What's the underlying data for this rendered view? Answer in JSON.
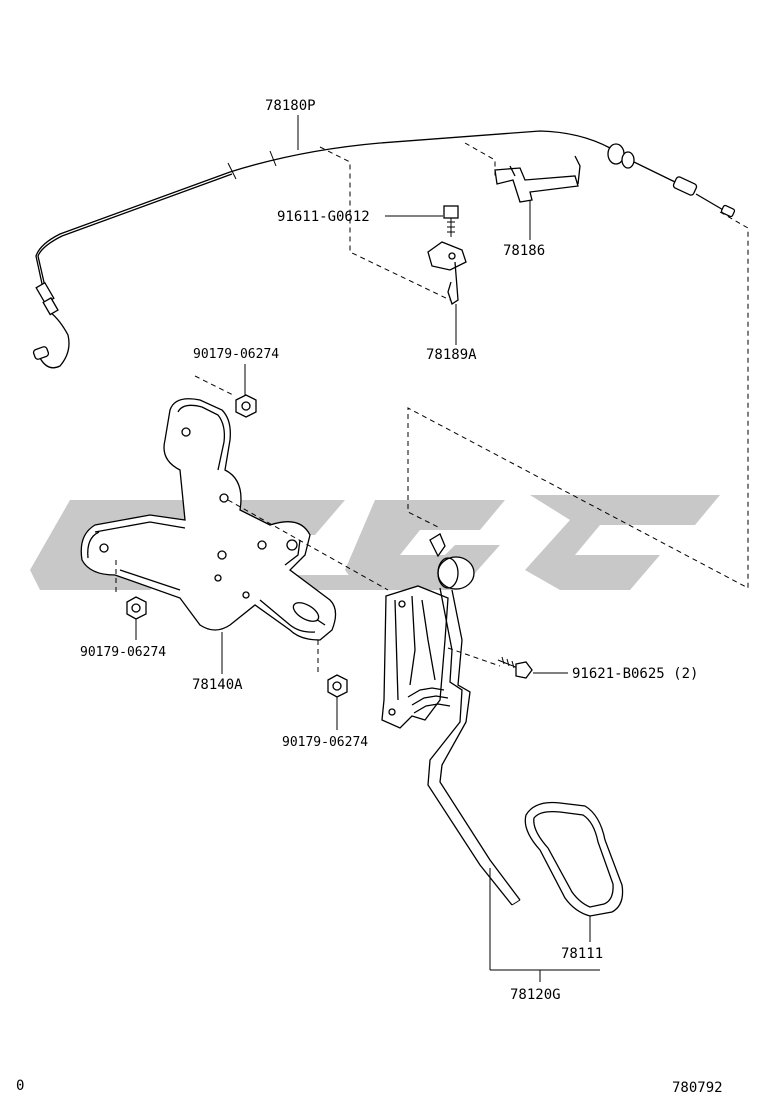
{
  "diagram": {
    "parts": {
      "cable": "78180P",
      "bracket_clip": "78186",
      "bolt_top": "91611-G0612",
      "clamp": "78189A",
      "nut_top": "90179-06274",
      "bracket_plate": "78140A",
      "nut_left": "90179-06274",
      "nut_lower": "90179-06274",
      "bolt_pedal": "91621-B0625 (2)",
      "pedal_pad": "78111",
      "pedal_assy": "78120G"
    },
    "footer": {
      "left_code": "0",
      "right_code": "780792"
    },
    "watermark_color": "#c8c8c8"
  }
}
